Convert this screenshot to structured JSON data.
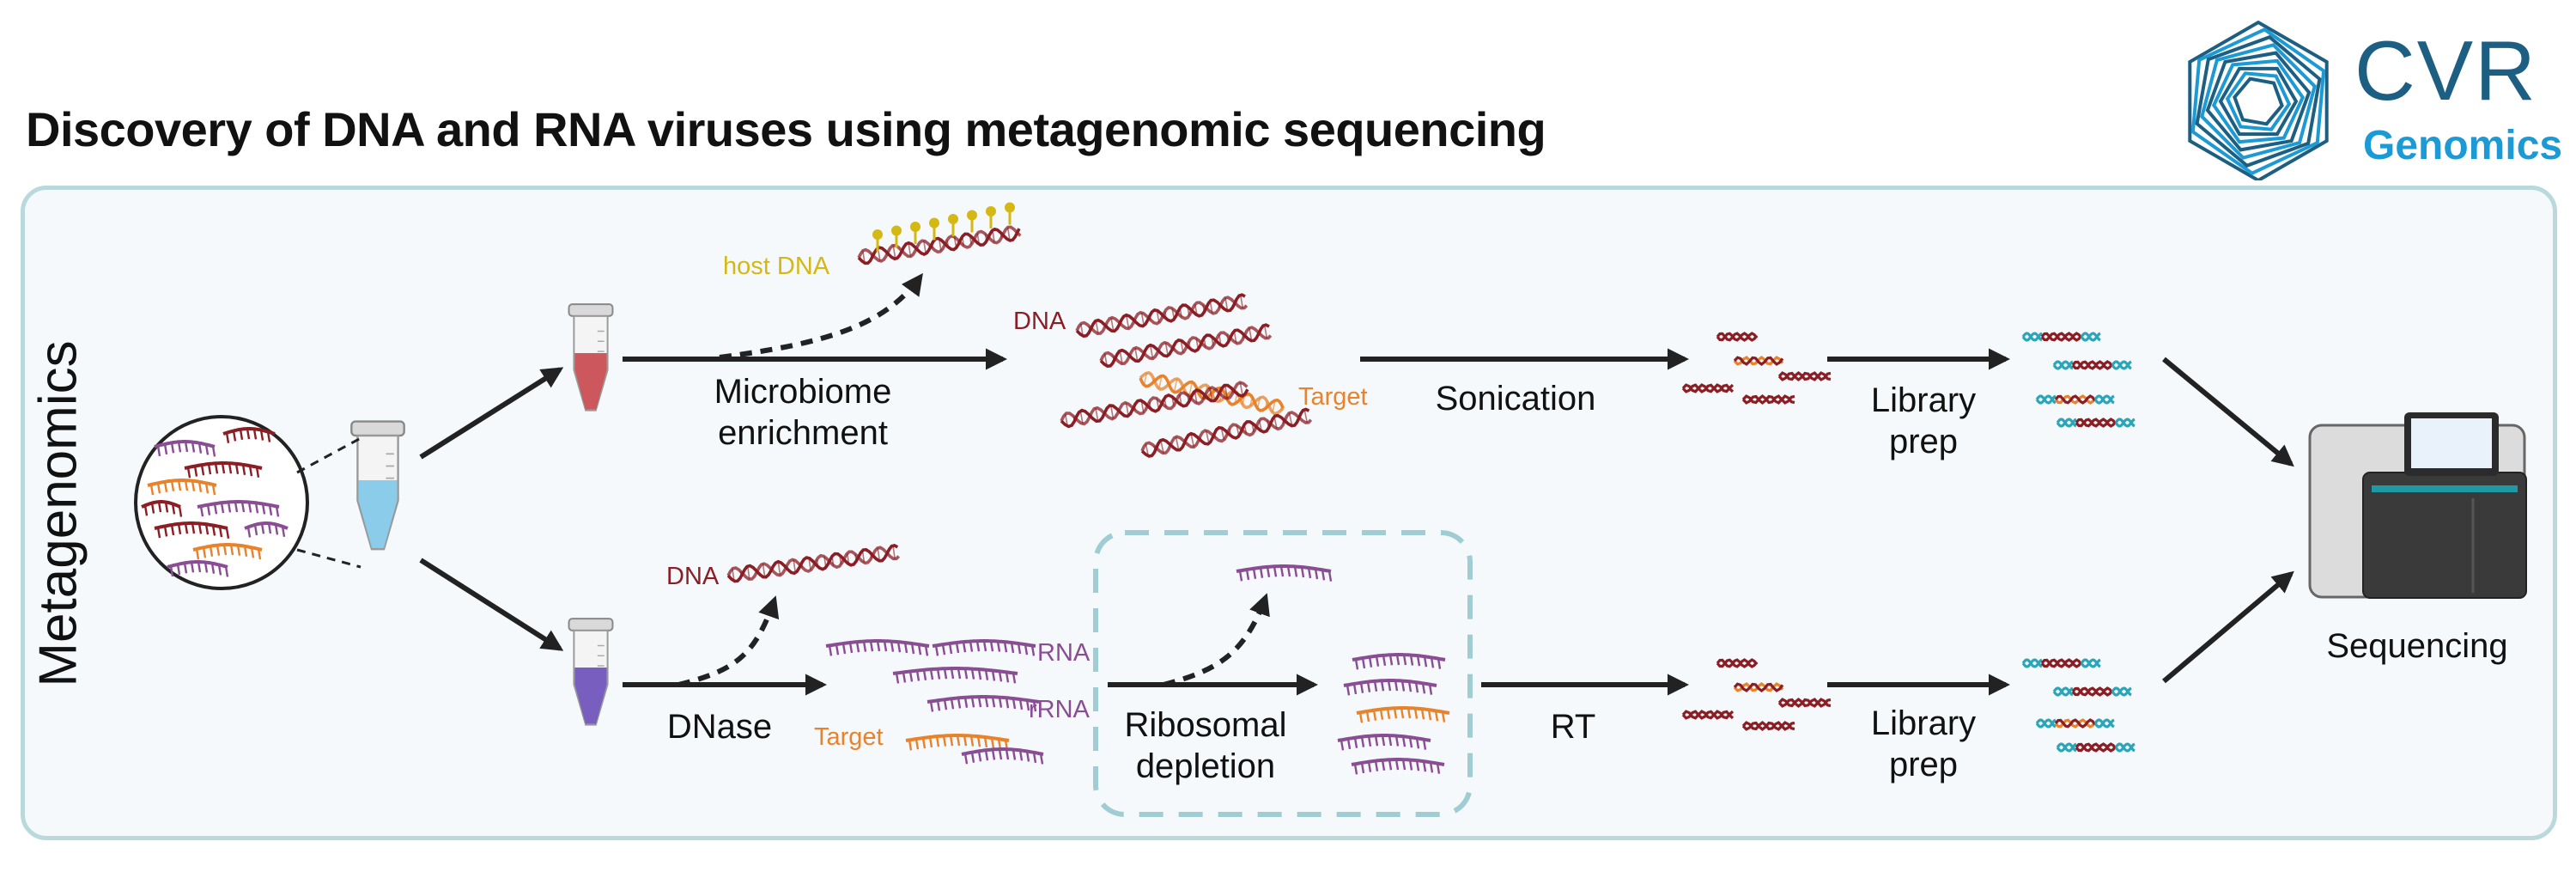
{
  "title": "Discovery of DNA and RNA viruses using metagenomic sequencing",
  "side_label": "Metagenomics",
  "logo": {
    "main": "CVR",
    "sub": "Genomics",
    "main_color": "#1d5f83",
    "sub_color": "#1b9ad6"
  },
  "top_branch": {
    "step1": [
      "Microbiome",
      "enrichment"
    ],
    "host_tag": "host DNA",
    "dna_tag": "DNA",
    "target_tag": "Target",
    "step2": "Sonication",
    "step3": [
      "Library",
      "prep"
    ]
  },
  "bottom_branch": {
    "step1": "DNase",
    "dna_tag": "DNA",
    "rna_tag": "RNA",
    "rrna_tag": "rRNA",
    "target_tag": "Target",
    "step2": [
      "Ribosomal",
      "depletion"
    ],
    "step3": "RT",
    "step4": [
      "Library",
      "prep"
    ]
  },
  "final_step": "Sequencing",
  "colors": {
    "dna": "#8b1e24",
    "target": "#e8822b",
    "host": "#d4b814",
    "rna": "#8a4d94",
    "adapter": "#2aa6b8",
    "panel_border": "#b9d9dc",
    "panel_bg": "#f5f9fb"
  }
}
